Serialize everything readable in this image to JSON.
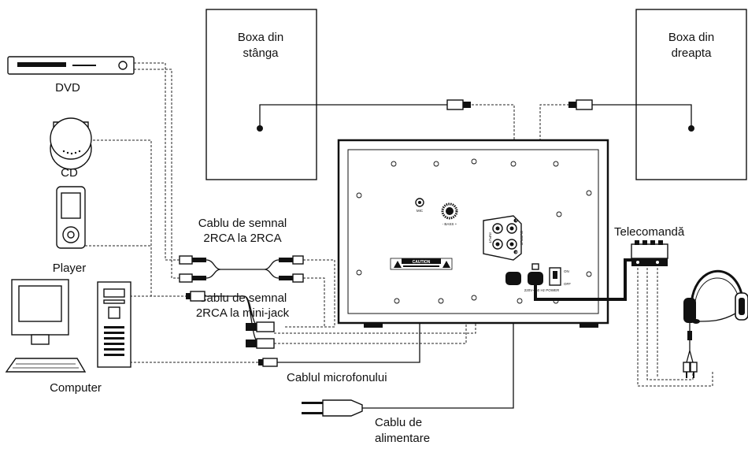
{
  "labels": {
    "left_speaker_line1": "Boxa din",
    "left_speaker_line2": "stânga",
    "right_speaker_line1": "Boxa din",
    "right_speaker_line2": "dreapta",
    "dvd": "DVD",
    "cd": "CD",
    "player": "Player",
    "computer": "Computer",
    "rca_cable_line1": "Cablu de semnal",
    "rca_cable_line2": "2RCA la 2RCA",
    "minijack_cable_line1": "Cablu de semnal",
    "minijack_cable_line2": "2RCA la mini-jack",
    "mic_cable": "Cablul microfonului",
    "power_cable_line1": "Cablu de",
    "power_cable_line2": "alimentare",
    "remote": "Telecomandă"
  },
  "panel": {
    "mic_label": "MIC",
    "bass_label": "- BASS +",
    "caution_label": "CAUTION",
    "input_label": "INPUT",
    "output_label": "OUTPUT",
    "jack_left": "L",
    "jack_right": "R",
    "on_label": "ON",
    "off_label": "OFF",
    "power_label": "220V~/50 Hz POWER"
  },
  "colors": {
    "line": "#111111",
    "background": "#ffffff"
  }
}
